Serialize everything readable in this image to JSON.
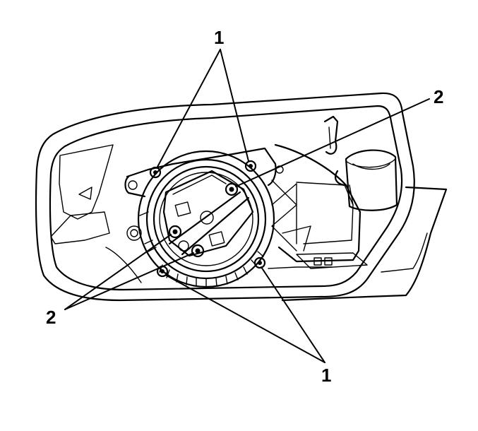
{
  "callouts": {
    "top_one": "1",
    "bottom_one": "1",
    "right_two": "2",
    "left_two": "2"
  }
}
